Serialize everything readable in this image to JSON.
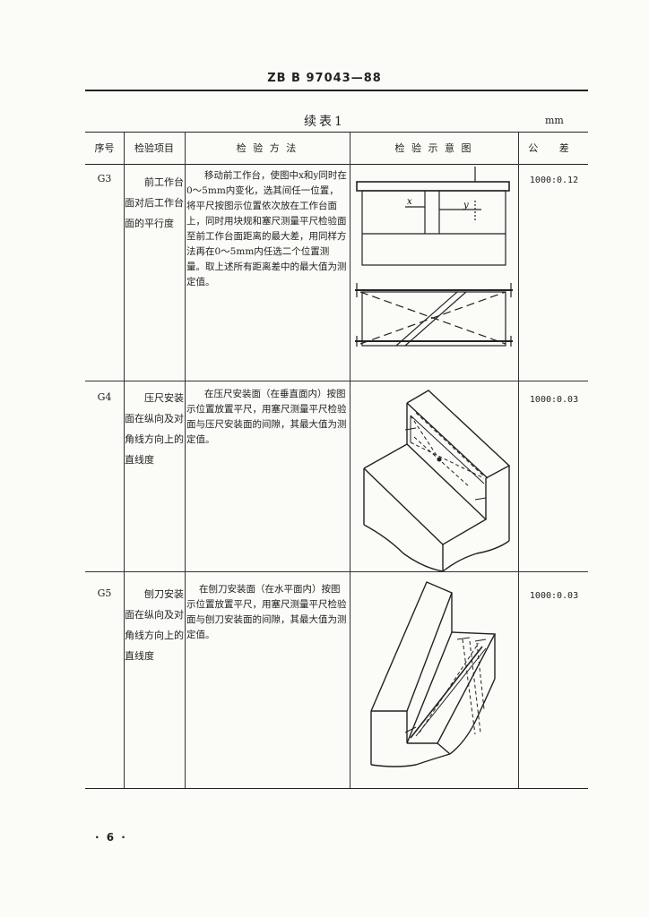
{
  "header": {
    "standard_code": "ZB B 97043—88"
  },
  "caption": {
    "title": "续表1",
    "unit": "mm"
  },
  "table": {
    "headers": {
      "no": "序号",
      "item": "检验项目",
      "method": "检 验 方 法",
      "diagram": "检 验 示 意 图",
      "tolerance": "公 差"
    },
    "rows": [
      {
        "no": "G3",
        "item": "前工作台面对后工作台面的平行度",
        "method": "移动前工作台，使图中x和y同时在0～5mm内变化，选其间任一位置，将平尺按图示位置依次放在工作台面上，同时用块规和塞尺测量平尺检验面至前工作台面距离的最大差，用同样方法再在0～5mm内任选二个位置测量。取上述所有距离差中的最大值为测定值。",
        "tolerance": "1000:0.12",
        "fig_labels": {
          "x": "x",
          "y": "y"
        }
      },
      {
        "no": "G4",
        "item": "压尺安装面在纵向及对角线方向上的直线度",
        "method": "在压尺安装面（在垂直面内）按图示位置放置平尺，用塞尺测量平尺检验面与压尺安装面的间隙，其最大值为测定值。",
        "tolerance": "1000:0.03"
      },
      {
        "no": "G5",
        "item": "刨刀安装面在纵向及对角线方向上的直线度",
        "method": "在刨刀安装面（在水平面内）按图示位置放置平尺，用塞尺测量平尺检验面与刨刀安装面的间隙，其最大值为测定值。",
        "tolerance": "1000:0.03"
      }
    ]
  },
  "footer": {
    "page": "· 6 ·"
  }
}
